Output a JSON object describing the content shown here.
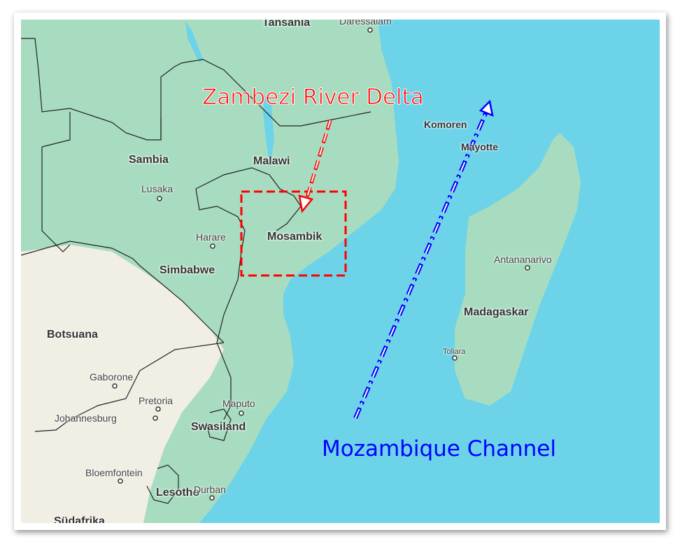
{
  "map": {
    "countries": [
      "Tansania",
      "Sambia",
      "Malawi",
      "Mosambik",
      "Simbabwe",
      "Botsuana",
      "Swasiland",
      "Lesotho",
      "Südafrika",
      "Madagaskar"
    ],
    "cities": [
      "Daressalam",
      "Lusaka",
      "Harare",
      "Gaborone",
      "Pretoria",
      "Johannesburg",
      "Maputo",
      "Bloemfontein",
      "Durban",
      "Antananarivo",
      "Toliara"
    ],
    "islands": [
      "Komoren",
      "Mayotte"
    ],
    "colors": {
      "ocean": "#6dd3e8",
      "land_green": "#a8dcc0",
      "land_beige": "#f1eee4",
      "border": "#222222"
    }
  },
  "annotations": {
    "delta_label": "Zambezi River Delta",
    "channel_label": "Mozambique Channel",
    "delta_color": "#ff0000",
    "channel_color": "#0000ff"
  }
}
